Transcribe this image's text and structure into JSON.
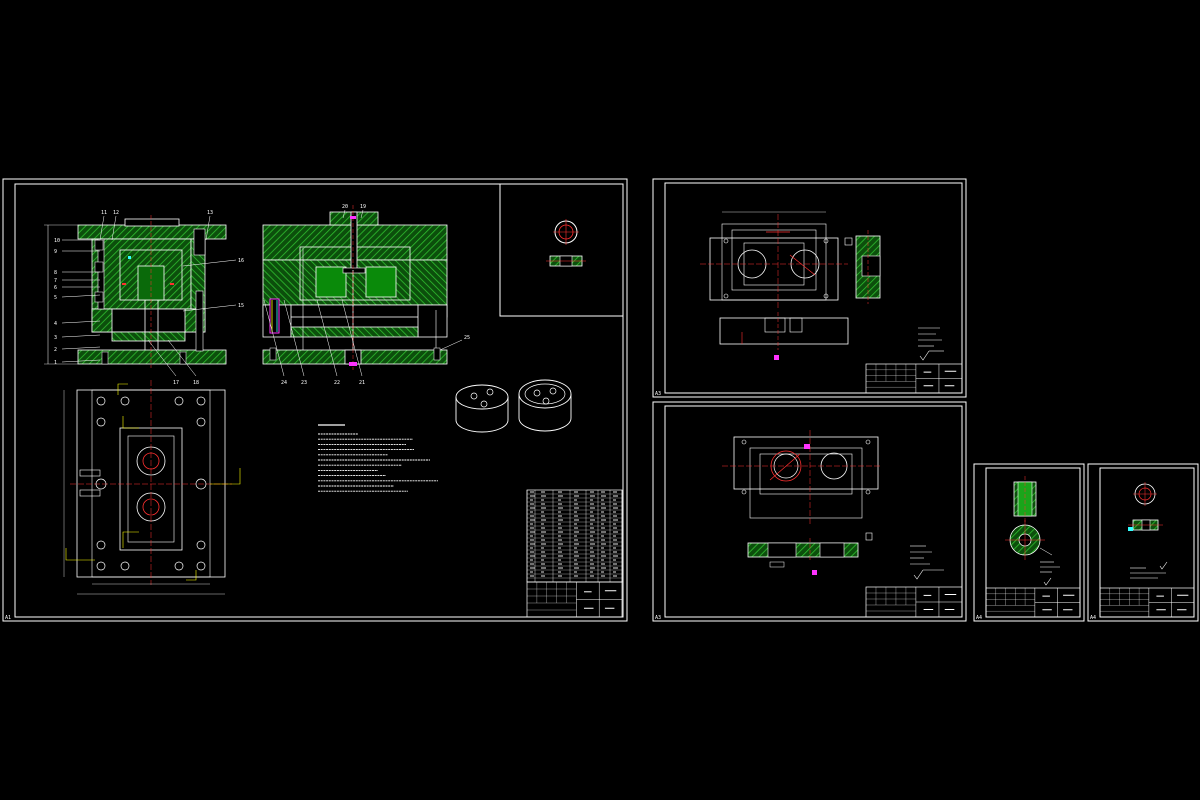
{
  "colors": {
    "background": "#000000",
    "frame": "#ffffff",
    "hatch": "#1f8f1f",
    "dim": "#ffff00",
    "center": "#ff3030",
    "accent": "#ff33ff",
    "cyan": "#33ffff"
  },
  "sheets": [
    {
      "id": "assembly",
      "sheet_mark": "A1"
    },
    {
      "id": "part-a",
      "sheet_mark": "A3"
    },
    {
      "id": "part-b",
      "sheet_mark": "A3"
    },
    {
      "id": "part-c",
      "sheet_mark": "A4"
    },
    {
      "id": "part-d",
      "sheet_mark": "A4"
    }
  ],
  "assembly": {
    "part_callouts_left": [
      "10",
      "9",
      "8",
      "7",
      "6",
      "5",
      "4",
      "3",
      "2",
      "1"
    ],
    "part_callouts_top": [
      "11",
      "12",
      "13"
    ],
    "part_callouts_right": [
      "16",
      "15"
    ],
    "part_callouts_bottom": [
      "17",
      "18"
    ],
    "section_callouts_top": [
      "20",
      "19"
    ],
    "section_callouts_bottom": [
      "21",
      "22",
      "23",
      "24"
    ],
    "section_callout_right": "25"
  }
}
